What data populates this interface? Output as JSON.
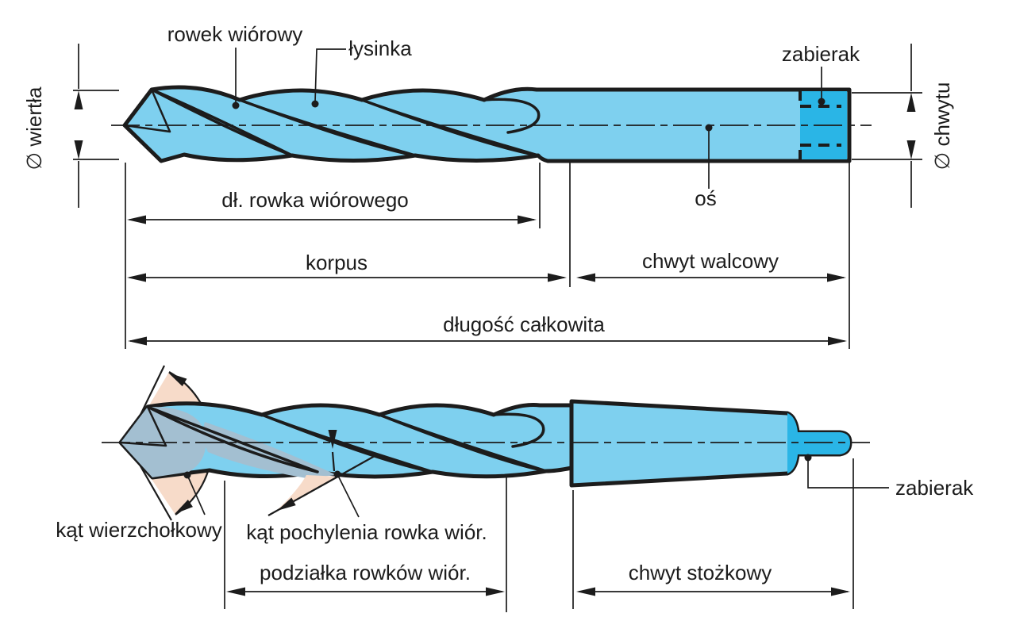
{
  "colors": {
    "body_fill": "#7ed0ef",
    "tang_fill": "#2ab5e6",
    "flank_fill": "#a3bfd1",
    "angle_fill": "#f7dbc9",
    "outline": "#1c1c1c",
    "text": "#1c1c1c",
    "background": "#ffffff"
  },
  "top_view": {
    "part_labels": {
      "flute": "rowek wiórowy",
      "margin": "łysinka",
      "tang": "zabierak",
      "axis": "oś"
    },
    "dimensions": {
      "drill_diameter": "∅ wiertła",
      "shank_diameter": "∅ chwytu",
      "flute_length": "dł. rowka wiórowego",
      "body": "korpus",
      "cylindrical_shank": "chwyt walcowy",
      "overall_length": "długość całkowita"
    }
  },
  "bottom_view": {
    "part_labels": {
      "point_angle": "kąt wierzchołkowy",
      "helix_angle": "kąt pochylenia rowka wiór.",
      "tang": "zabierak"
    },
    "dimensions": {
      "flute_pitch": "podziałka rowków wiór.",
      "taper_shank": "chwyt stożkowy"
    }
  }
}
